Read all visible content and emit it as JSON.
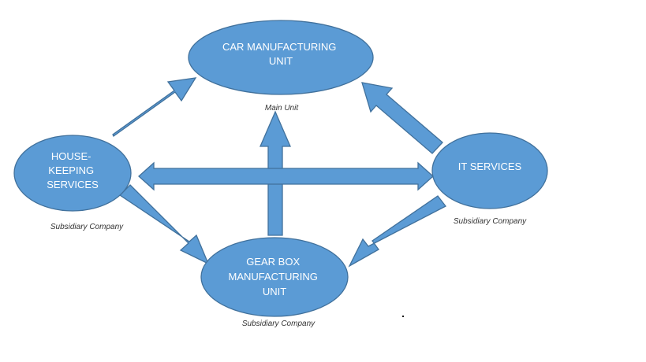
{
  "nodes": {
    "car": {
      "lines": [
        "CAR MANUFACTURING",
        "UNIT"
      ],
      "caption": "Main Unit"
    },
    "housekeeping": {
      "lines": [
        "HOUSE-",
        "KEEPING",
        "SERVICES"
      ],
      "caption": "Subsidiary Company"
    },
    "it": {
      "lines": [
        "IT SERVICES"
      ],
      "caption": "Subsidiary Company"
    },
    "gearbox": {
      "lines": [
        "GEAR BOX",
        "MANUFACTURING",
        "UNIT"
      ],
      "caption": "Subsidiary Company"
    }
  },
  "colors": {
    "fill": "#5b9bd5",
    "stroke": "#41719c",
    "text": "#ffffff"
  },
  "edges": [
    {
      "from": "housekeeping",
      "to": "car"
    },
    {
      "from": "it",
      "to": "car"
    },
    {
      "from": "gearbox",
      "to": "car"
    },
    {
      "from": "housekeeping",
      "to": "gearbox"
    },
    {
      "from": "it",
      "to": "gearbox"
    },
    {
      "from": "housekeeping",
      "to": "it",
      "bidirectional": true
    }
  ]
}
